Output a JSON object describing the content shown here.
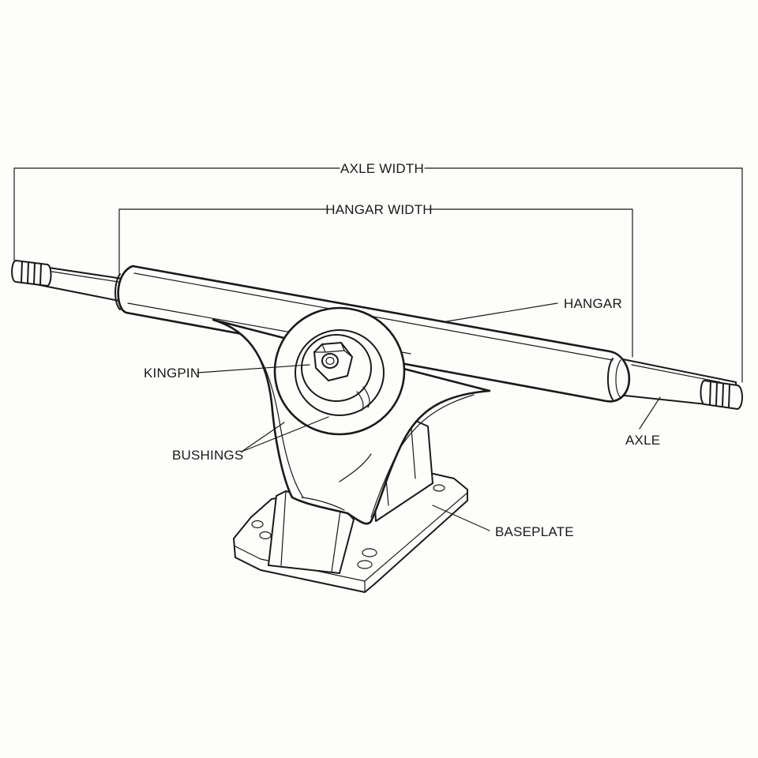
{
  "diagram": {
    "labels": {
      "axle_width": "AXLE WIDTH",
      "hangar_width": "HANGAR WIDTH",
      "hangar": "HANGAR",
      "kingpin": "KINGPIN",
      "bushings": "BUSHINGS",
      "axle": "AXLE",
      "baseplate": "BASEPLATE"
    },
    "colors": {
      "ink": "#1a1a1a",
      "background": "#fdfdfb"
    }
  }
}
